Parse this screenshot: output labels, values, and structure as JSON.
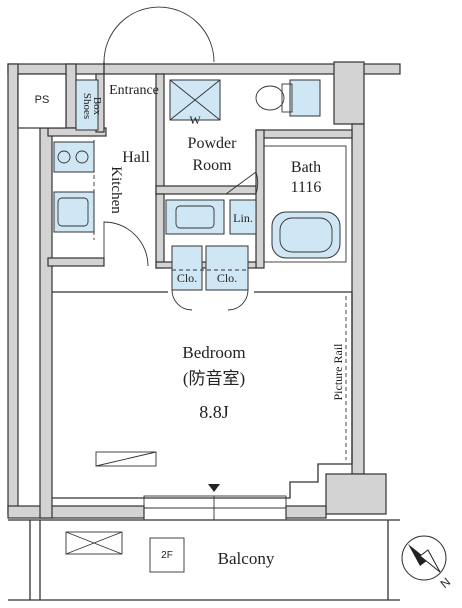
{
  "colors": {
    "wall": "#d3d3d3",
    "fixture": "#cfe7f4",
    "ink": "#333333"
  },
  "rooms": {
    "ps": "PS",
    "shoes_box_line1": "Shoes",
    "shoes_box_line2": "Box",
    "entrance": "Entrance",
    "hall": "Hall",
    "kitchen": "Kitchen",
    "powder_room_line1": "Powder",
    "powder_room_line2": "Room",
    "washer": "W",
    "bath": "Bath",
    "bath_size": "1116",
    "linen": "Lin.",
    "closet_left": "Clo.",
    "closet_right": "Clo.",
    "bedroom": "Bedroom",
    "bedroom_jp": "(防音室)",
    "bedroom_size": "8.8J",
    "picture_rail": "Picture Rail",
    "balcony": "Balcony",
    "floor_mark": "2F"
  },
  "compass": {
    "label": "N",
    "icon": "north-arrow-icon"
  }
}
